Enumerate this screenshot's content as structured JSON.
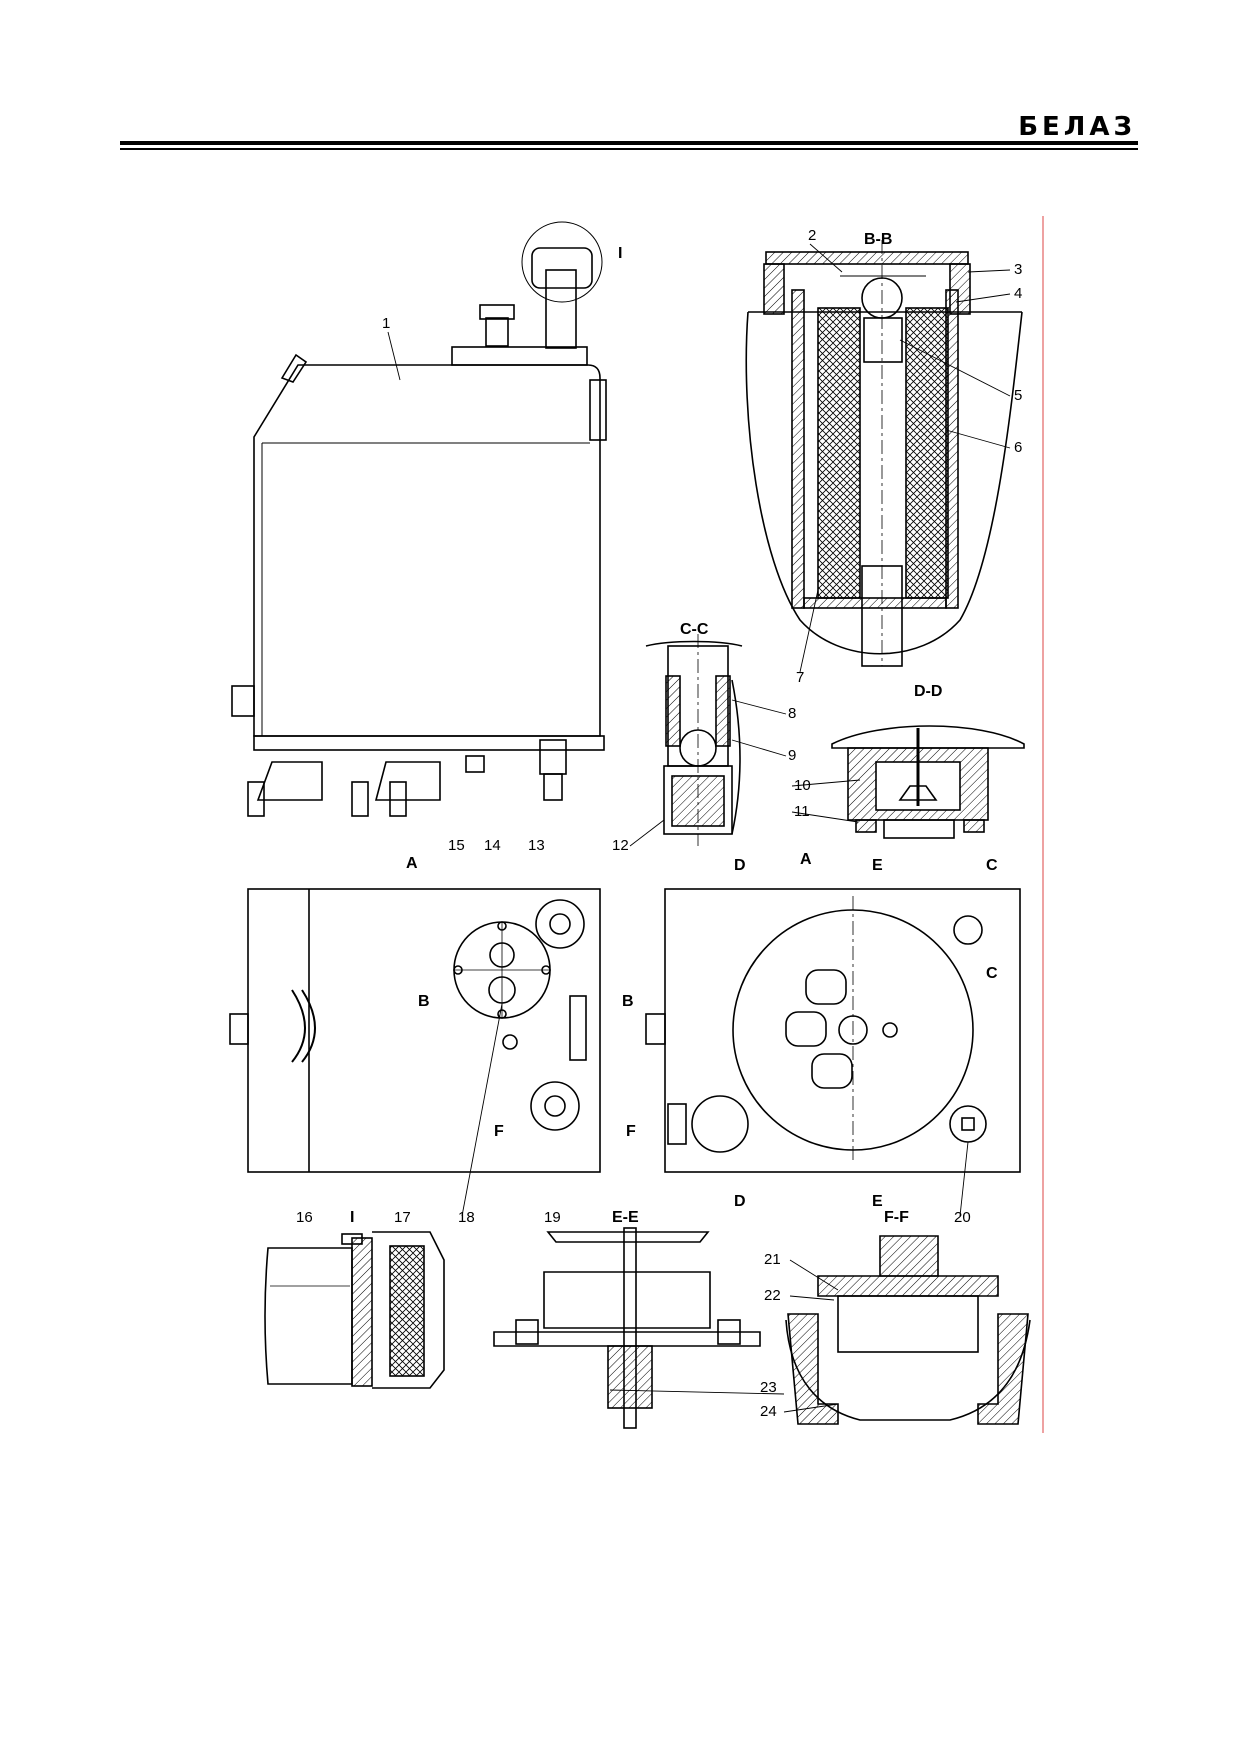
{
  "header": {
    "logo": "БЕЛАЗ"
  },
  "callouts": [
    "1",
    "2",
    "3",
    "4",
    "5",
    "6",
    "7",
    "8",
    "9",
    "10",
    "11",
    "12",
    "13",
    "14",
    "15",
    "16",
    "17",
    "18",
    "19",
    "20",
    "21",
    "22",
    "23",
    "24"
  ],
  "sections": {
    "bb": "B-B",
    "cc": "C-C",
    "dd": "D-D",
    "ee": "E-E",
    "ff": "F-F",
    "view_a": "A",
    "detail_i": "I"
  },
  "cut_letters": {
    "a": "A",
    "b": "B",
    "c": "C",
    "d": "D",
    "e": "E",
    "f": "F"
  }
}
